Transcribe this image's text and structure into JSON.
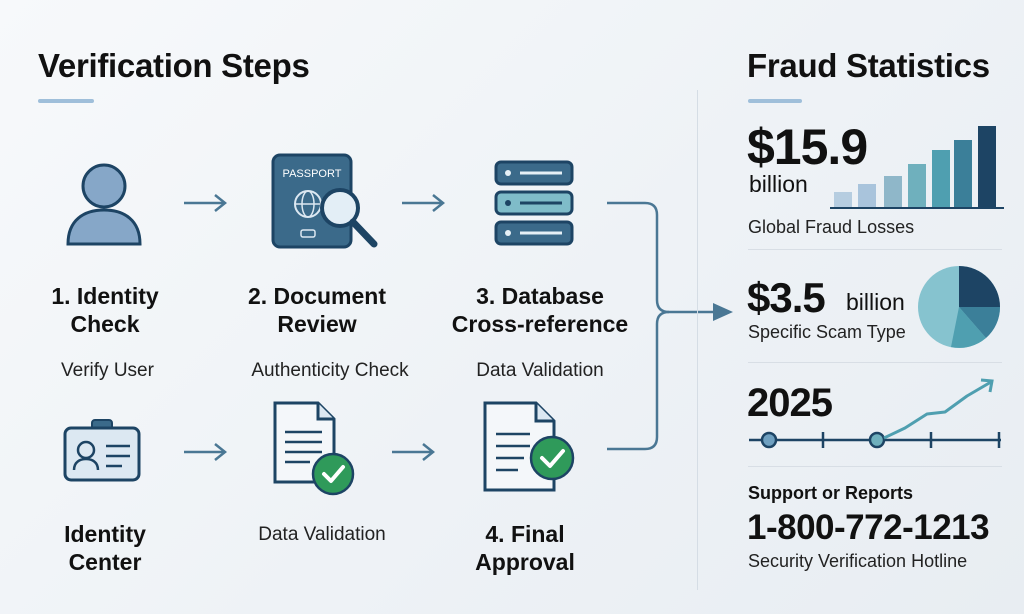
{
  "left": {
    "title": "Verification Steps",
    "steps": [
      {
        "title_l1": "1. Identity",
        "title_l2": "Check",
        "subtitle": "Verify User",
        "icon": "user-icon"
      },
      {
        "title_l1": "2. Document",
        "title_l2": "Review",
        "subtitle": "Authenticity Check",
        "icon": "passport-search-icon",
        "icon_text": "PASSPORT"
      },
      {
        "title_l1": "3. Database",
        "title_l2": "Cross-reference",
        "subtitle": "Data Validation",
        "icon": "database-icon"
      },
      {
        "title_l1": "Identity",
        "title_l2": "Center",
        "icon": "id-card-icon"
      },
      {
        "subtitle": "Data Validation",
        "icon": "document-check-icon"
      },
      {
        "title_l1": "4. Final",
        "title_l2": "Approval",
        "icon": "document-approval-icon"
      }
    ]
  },
  "right": {
    "title": "Fraud Statistics",
    "stat1": {
      "value": "$15.9",
      "unit": "billion",
      "label": "Global Fraud Losses"
    },
    "stat2": {
      "value": "$3.5",
      "unit": "billion",
      "label": "Specific Scam Type"
    },
    "stat3": {
      "value": "2025"
    },
    "support": {
      "heading": "Support or Reports",
      "phone": "1-800-772-1213",
      "label": "Security Verification Hotline"
    }
  },
  "colors": {
    "navy": "#1d4464",
    "steel": "#3b6a8a",
    "teal": "#4f9fb0",
    "light_blue": "#b6cde0",
    "green": "#2f9a5a",
    "arrow": "#4a7794"
  }
}
